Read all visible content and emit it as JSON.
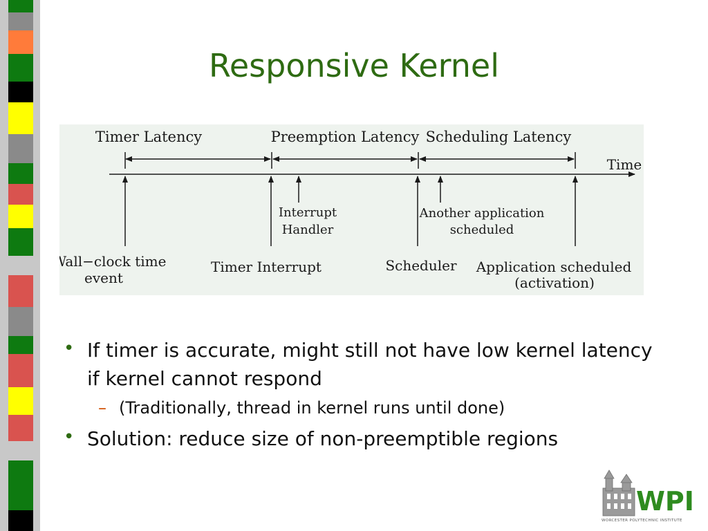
{
  "slide": {
    "title": "Responsive Kernel"
  },
  "diagram": {
    "top_labels": {
      "timer_latency": "Timer Latency",
      "preemption_latency": "Preemption Latency",
      "scheduling_latency": "Scheduling Latency"
    },
    "axis_label": "Time",
    "events": {
      "wall_clock": [
        "Wall−clock time",
        "event"
      ],
      "timer_interrupt": "Timer Interrupt",
      "interrupt_handler": [
        "Interrupt",
        "Handler"
      ],
      "scheduler": "Scheduler",
      "another_app": [
        "Another application",
        "scheduled"
      ],
      "app_scheduled": [
        "Application scheduled",
        "(activation)"
      ]
    }
  },
  "bullets": [
    {
      "text": "If timer is accurate, might still not have low kernel latency if kernel cannot respond",
      "sub": [
        "(Traditionally, thread in kernel runs until done)"
      ]
    },
    {
      "text": "Solution: reduce size of non-preemptible regions",
      "sub": []
    }
  ],
  "logo": {
    "brand": "WPI",
    "caption": "WORCESTER POLYTECHNIC INSTITUTE"
  },
  "colors": {
    "title": "#2e6b12",
    "bullet": "#2e6b12",
    "sub_dash": "#d04e00",
    "stripe_green": "#0e7a10",
    "stripe_red": "#d9534f",
    "stripe_yellow": "#ffff00",
    "stripe_orange": "#ff7b3a",
    "stripe_black": "#000000",
    "stripe_gray": "#8a8a8a"
  }
}
